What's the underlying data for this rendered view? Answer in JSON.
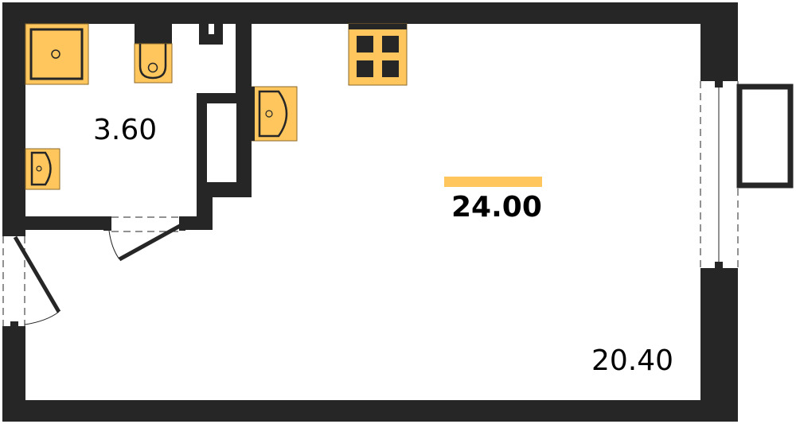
{
  "plan": {
    "total_area": "24.00",
    "rooms": [
      {
        "name": "bathroom",
        "area": "3.60"
      },
      {
        "name": "living-room",
        "area": "20.40"
      }
    ],
    "fixtures": [
      "shower",
      "toilet",
      "bathroom-sink",
      "kitchen-sink",
      "cooktop",
      "washing-machine-niche",
      "balcony"
    ],
    "colors": {
      "wall": "#262626",
      "fixture": "#FFC65E",
      "accent_bar": "#FFC65E",
      "background": "#FFFFFF"
    }
  }
}
